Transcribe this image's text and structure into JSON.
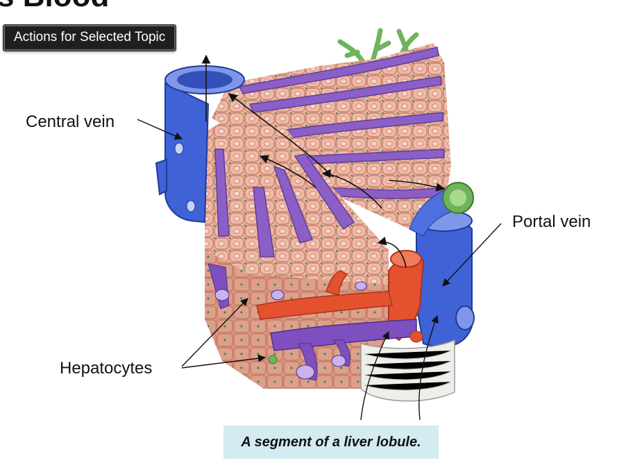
{
  "page": {
    "title": "s Blood"
  },
  "toolbar": {
    "actions_label": "Actions for Selected Topic"
  },
  "diagram": {
    "labels": {
      "central_vein": "Central vein",
      "portal_vein": "Portal vein",
      "hepatocytes": "Hepatocytes"
    },
    "caption": "A segment of a liver lobule."
  },
  "colors": {
    "hepatocyte": "#eab19a",
    "hepatocyte_edge": "#c2786a",
    "nucleus": "#f6d7c9",
    "vein_blue": "#3f62d6",
    "sinusoid_purple": "#8c5fc7",
    "artery_red": "#e4512f",
    "bile_duct_green": "#6fb45c",
    "caption_bg": "#d3ebf1"
  }
}
